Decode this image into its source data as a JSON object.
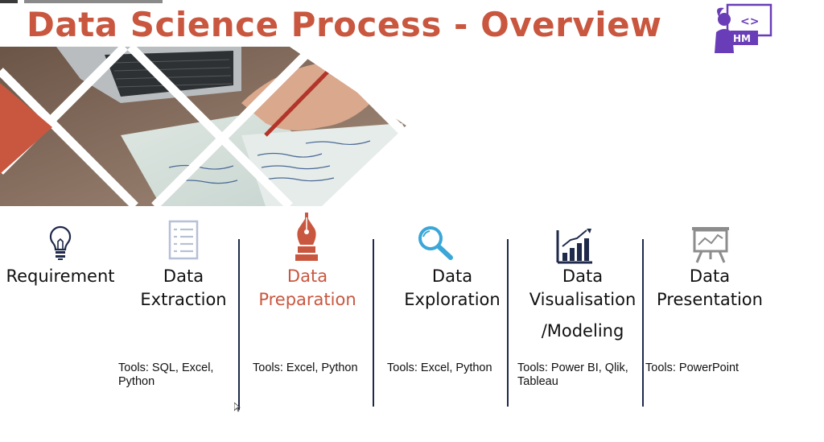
{
  "slide": {
    "title": "Data Science Process - Overview",
    "accent_color": "#c9573f",
    "logo_text": "HM",
    "logo_code_symbol": "<>"
  },
  "stages": [
    {
      "name_line1": "Requirement",
      "name_line2": "",
      "name_line3": "",
      "icon": "lightbulb-icon",
      "tools": ""
    },
    {
      "name_line1": "Data",
      "name_line2": "Extraction",
      "name_line3": "",
      "icon": "checklist-icon",
      "tools": "Tools: SQL, Excel, Python"
    },
    {
      "name_line1": "Data",
      "name_line2": "Preparation",
      "name_line3": "",
      "icon": "fountain-pen-icon",
      "tools": "Tools: Excel, Python",
      "highlighted": true
    },
    {
      "name_line1": "Data",
      "name_line2": "Exploration",
      "name_line3": "",
      "icon": "magnifier-icon",
      "tools": "Tools: Excel, Python"
    },
    {
      "name_line1": "Data",
      "name_line2": "Visualisation",
      "name_line3": "/Modeling",
      "icon": "bar-chart-icon",
      "tools": "Tools: Power BI, Qlik, Tableau"
    },
    {
      "name_line1": "Data",
      "name_line2": "Presentation",
      "name_line3": "",
      "icon": "presentation-board-icon",
      "tools": "Tools: PowerPoint"
    }
  ]
}
